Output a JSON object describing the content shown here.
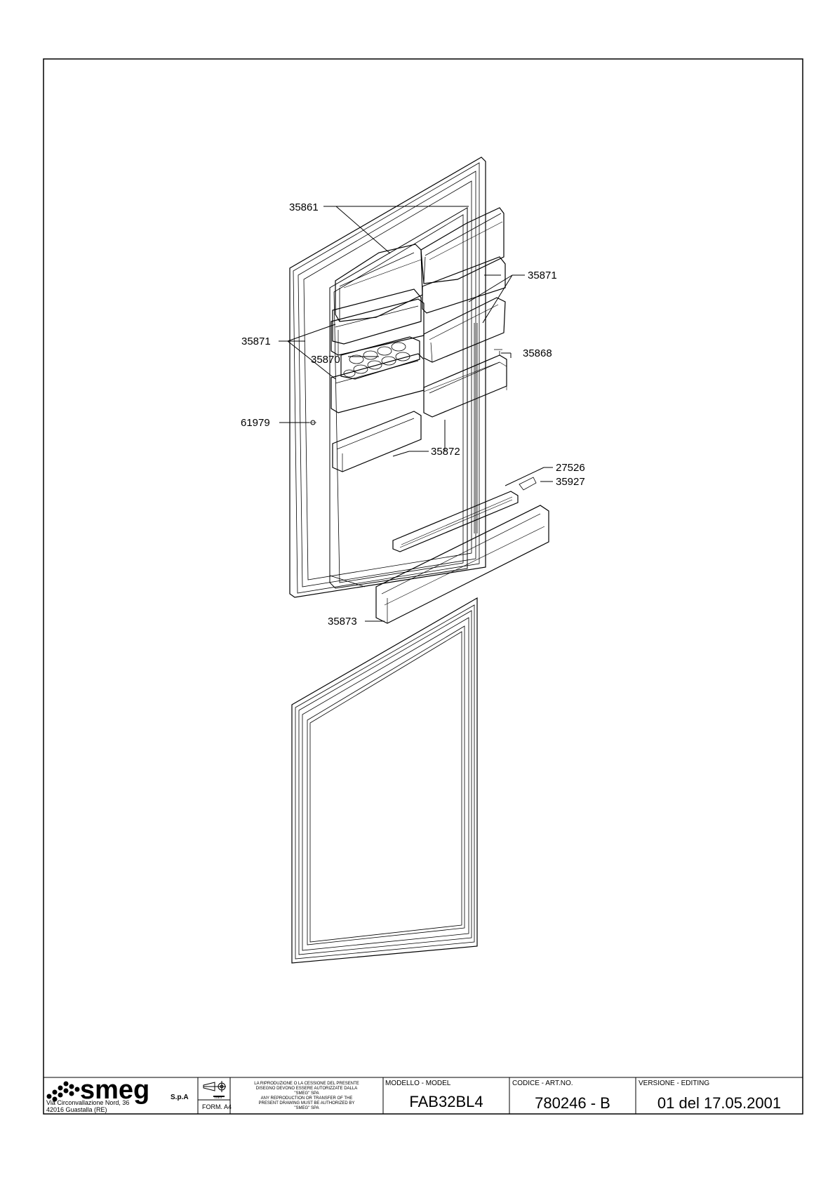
{
  "part_labels": {
    "p35861": "35861",
    "p35871_right": "35871",
    "p35871_left": "35871",
    "p35870": "35870",
    "p35868": "35868",
    "p61979": "61979",
    "p35872": "35872",
    "p27526": "27526",
    "p35927": "35927",
    "p35873": "35873"
  },
  "title_block": {
    "brand": "smeg",
    "brand_suffix": "S.p.A",
    "address_line1": "Via Circonvallazione Nord, 36",
    "address_line2": "42016  Guastalla (RE)",
    "form_label": "FORM. A4",
    "projection_unit": "mm",
    "notice_it_1": "LA RIPRODUZIONE O LA CESSIONE DEL PRESENTE",
    "notice_it_2": "DISEGNO DEVONO ESSERE AUTORIZZATE DALLA",
    "notice_it_3": "\"SMEG\" SPA",
    "notice_en_1": "ANY REPRODUCTION OR TRANSFER OF THE",
    "notice_en_2": "PRESENT DRAWING MUST BE AUTHORIZED BY",
    "notice_en_3": "\"SMEG\" SPA",
    "model_header": "MODELLO - MODEL",
    "model_value": "FAB32BL4",
    "code_header": "CODICE - ART.NO.",
    "code_value": "780246 - B",
    "version_header": "VERSIONE - EDITING",
    "version_value": "01 del 17.05.2001"
  }
}
